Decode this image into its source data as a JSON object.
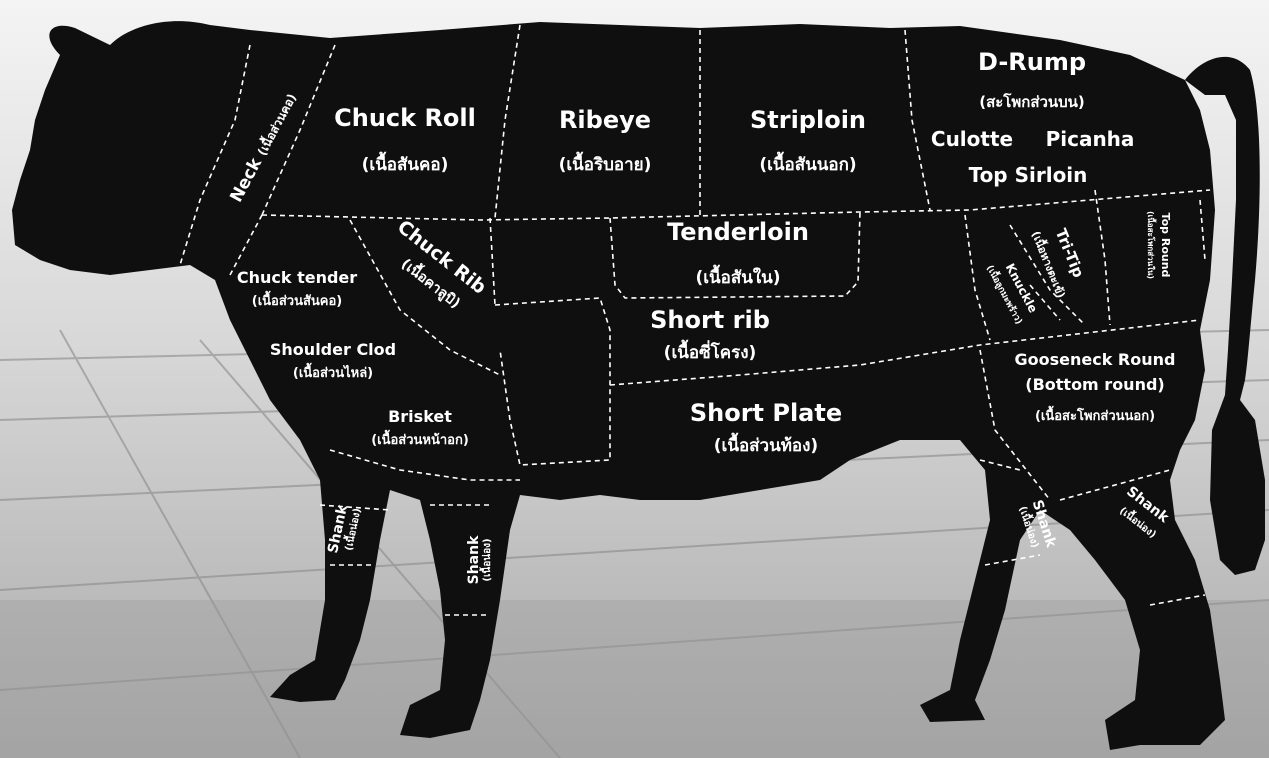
{
  "colors": {
    "cow": "#0f0f0f",
    "text": "#ffffff",
    "background_sky": "#ececec",
    "background_field": "#bdbdbd"
  },
  "cuts": {
    "neck": {
      "en": "Neck",
      "th": "(เนื้อส่วนคอ)"
    },
    "chuck_roll": {
      "en": "Chuck Roll",
      "th": "(เนื้อสันคอ)"
    },
    "ribeye": {
      "en": "Ribeye",
      "th": "(เนื้อริบอาย)"
    },
    "striploin": {
      "en": "Striploin",
      "th": "(เนื้อสันนอก)"
    },
    "d_rump": {
      "en": "D-Rump",
      "th": "(สะโพกส่วนบน)"
    },
    "culotte": {
      "en": "Culotte"
    },
    "picanha": {
      "en": "Picanha"
    },
    "top_sirloin": {
      "en": "Top Sirloin"
    },
    "tenderloin": {
      "en": "Tenderloin",
      "th": "(เนื้อสันใน)"
    },
    "chuck_tender": {
      "en": "Chuck tender",
      "th": "(เนื้อส่วนสันคอ)"
    },
    "chuck_rib": {
      "en": "Chuck Rib",
      "th": "(เนื้อคาลูบิ)"
    },
    "shoulder_clod": {
      "en": "Shoulder Clod",
      "th": "(เนื้อส่วนไหล่)"
    },
    "brisket": {
      "en": "Brisket",
      "th": "(เนื้อส่วนหน้าอก)"
    },
    "short_rib": {
      "en": "Short rib",
      "th": "(เนื้อซี่โครง)"
    },
    "short_plate": {
      "en": "Short Plate",
      "th": "(เนื้อส่วนท้อง)"
    },
    "tri_tip": {
      "en": "Tri-Tip",
      "th": "(เนื้อหางตะเข้)"
    },
    "knuckle": {
      "en": "Knuckle",
      "th": "(เนื้อลูกมะพร้าว)"
    },
    "top_round": {
      "en": "Top Round",
      "th": "(เนื้อสะโพกส่วนใน)"
    },
    "gooseneck_round": {
      "en": "Gooseneck Round",
      "en2": "(Bottom round)",
      "th": "(เนื้อสะโพกส่วนนอก)"
    },
    "shank_front_left": {
      "en": "Shank",
      "th": "(เนื้อน่อง)"
    },
    "shank_front_right": {
      "en": "Shank",
      "th": "(เนื้อน่อง)"
    },
    "shank_rear_left": {
      "en": "Shank",
      "th": "(เนื้อน่อง)"
    },
    "shank_rear_right": {
      "en": "Shank",
      "th": "(เนื้อน่อง)"
    }
  }
}
